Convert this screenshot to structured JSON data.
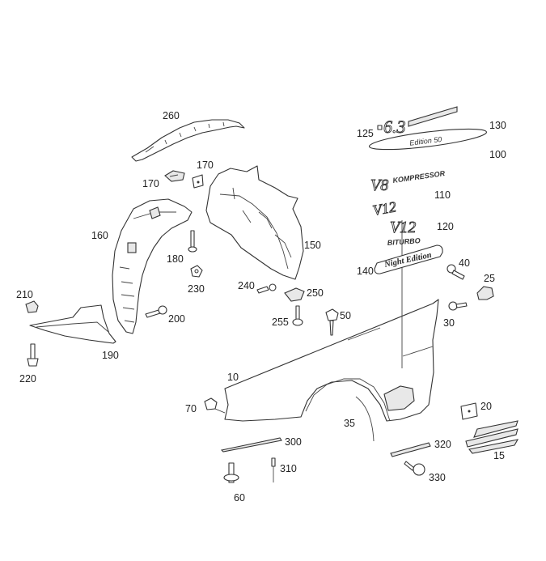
{
  "diagram": {
    "title": "Front fender parts diagram",
    "labels": {
      "p10": "10",
      "p15": "15",
      "p20": "20",
      "p25": "25",
      "p30": "30",
      "p35": "35",
      "p40": "40",
      "p50": "50",
      "p60": "60",
      "p70": "70",
      "p100": "100",
      "p110": "110",
      "p120": "120",
      "p125": "125",
      "p130": "130",
      "p140": "140",
      "p150": "150",
      "p160": "160",
      "p170a": "170",
      "p170b": "170",
      "p180": "180",
      "p190": "190",
      "p200": "200",
      "p210": "210",
      "p220": "220",
      "p230": "230",
      "p240": "240",
      "p250": "250",
      "p255": "255",
      "p260": "260",
      "p300": "300",
      "p310": "310",
      "p320": "320",
      "p330": "330"
    },
    "badges": {
      "b125_main": "6.3",
      "b130": "Edition 50",
      "b100_v8": "V8",
      "b100_text": "KOMPRESSOR",
      "b110": "V12",
      "b120_v12": "V12",
      "b120_text": "BITURBO",
      "b140": "Night Edition"
    }
  }
}
